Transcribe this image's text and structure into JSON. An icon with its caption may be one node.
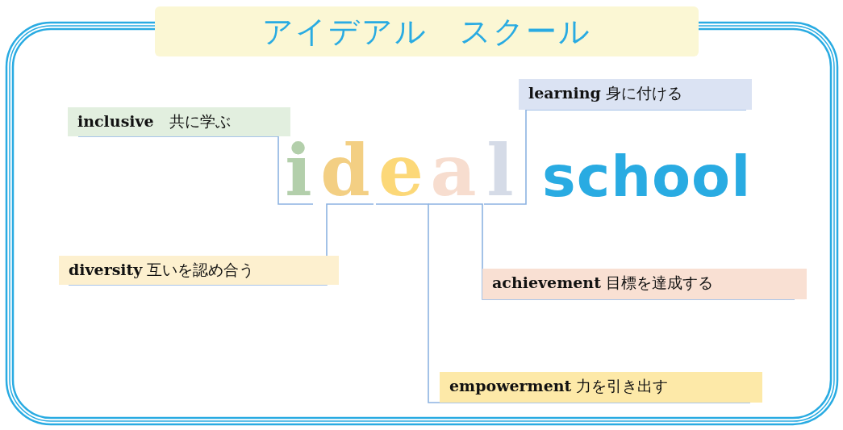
{
  "diagram": {
    "title": "アイデアル　スクール",
    "nodes": [
      {
        "text": [
          "i"
        ]
      },
      {
        "text": [
          "d"
        ]
      },
      {
        "text": [
          "e"
        ]
      },
      {
        "text": [
          "a"
        ]
      },
      {
        "text": [
          "l"
        ]
      },
      {
        "text": [
          "**inclusive**　共に学ぶ"
        ]
      },
      {
        "text": [
          "**learning** 身に付ける"
        ]
      },
      {
        "text": [
          "**diversity** 互いを認め合う"
        ]
      },
      {
        "text": [
          "**achievement** 目標を達成する"
        ]
      },
      {
        "text": [
          "**empowerment** 力を引き出す"
        ]
      }
    ],
    "edges": [
      {
        "from": 5,
        "to": 0,
        "arrow": "none"
      },
      {
        "from": 6,
        "to": 4,
        "arrow": "none"
      },
      {
        "from": 7,
        "to": 1,
        "arrow": "none"
      },
      {
        "from": 8,
        "to": 3,
        "arrow": "none"
      },
      {
        "from": 9,
        "to": 2,
        "arrow": "none"
      }
    ],
    "labels": [
      "school"
    ]
  }
}
